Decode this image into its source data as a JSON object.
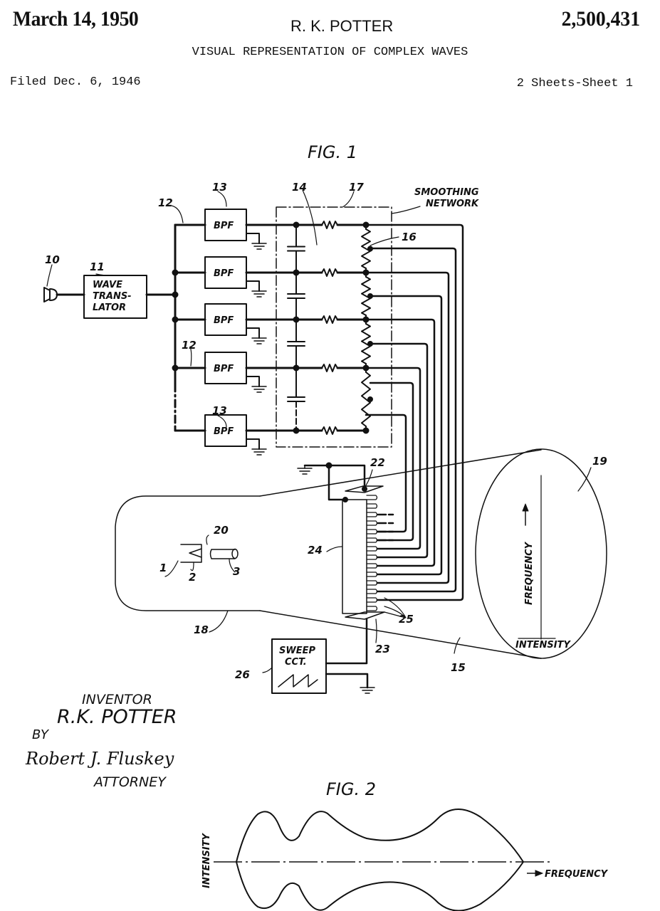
{
  "header": {
    "date": "March 14, 1950",
    "inventor": "R. K. POTTER",
    "patent_number": "2,500,431",
    "title": "VISUAL REPRESENTATION OF COMPLEX WAVES",
    "filed": "Filed Dec. 6, 1946",
    "sheets": "2 Sheets-Sheet 1"
  },
  "fig1": {
    "title": "FIG. 1",
    "blocks": {
      "wave_translator": [
        "WAVE",
        "TRANS-",
        "LATOR"
      ],
      "bpf": "BPF",
      "sweep": [
        "SWEEP",
        "CCT."
      ]
    },
    "smoothing_network_label": [
      "SMOOTHING",
      "NETWORK"
    ],
    "screen_labels": {
      "frequency": "FREQUENCY",
      "intensity": "INTENSITY"
    },
    "refs": {
      "r10": "10",
      "r11": "11",
      "r12a": "12",
      "r12b": "12",
      "r13a": "13",
      "r13b": "13",
      "r14": "14",
      "r16": "16",
      "r17": "17",
      "r18": "18",
      "r19": "19",
      "r20": "20",
      "r22": "22",
      "r23": "23",
      "r24": "24",
      "r25": "25",
      "r26": "26",
      "r15": "15",
      "r1": "1",
      "r2": "2",
      "r3": "3"
    }
  },
  "signature": {
    "inventor_caption": "INVENTOR",
    "inventor_name": "R.K. POTTER",
    "by": "BY",
    "attorney_signature": "Robert J. Fluskey",
    "attorney_caption": "ATTORNEY"
  },
  "fig2": {
    "title": "FIG. 2",
    "ylabel": "INTENSITY",
    "xlabel": "FREQUENCY"
  }
}
